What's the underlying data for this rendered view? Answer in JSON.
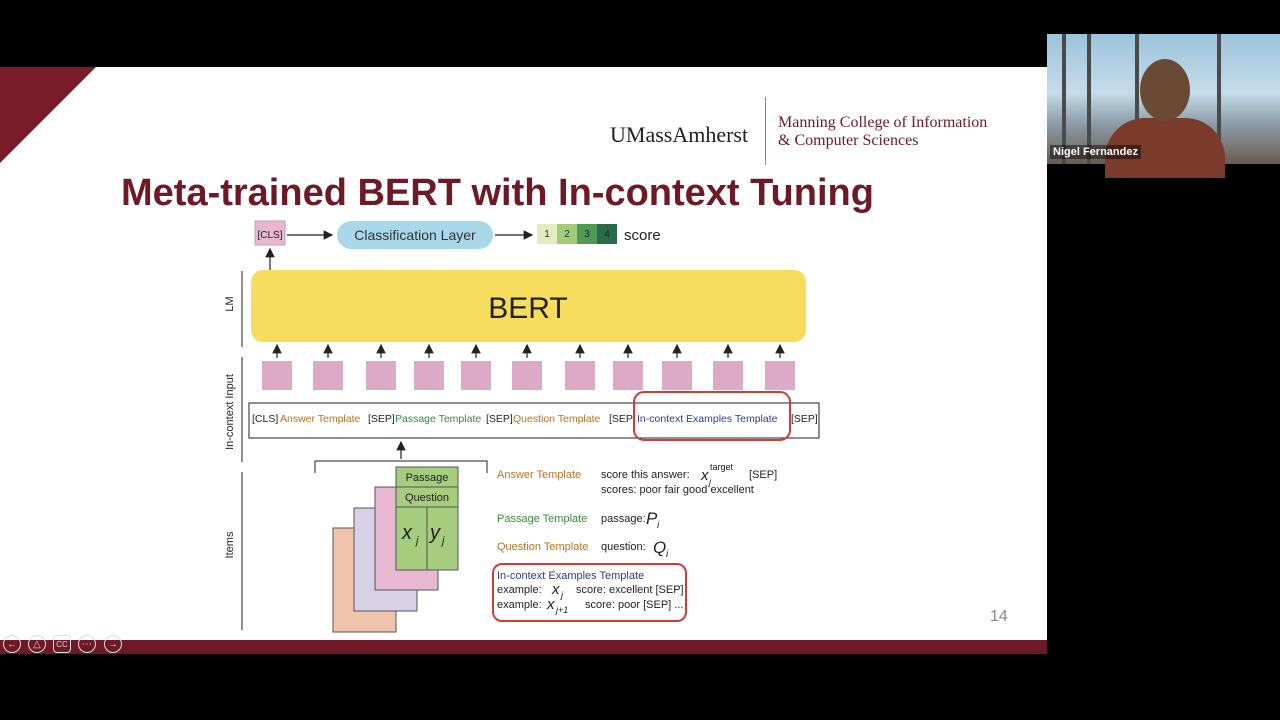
{
  "slide": {
    "title": "Meta-trained BERT with In-context Tuning",
    "logo_umass": "UMassAmherst",
    "logo_college_line1": "Manning College of Information",
    "logo_college_line2": "& Computer Sciences",
    "page_number": "14"
  },
  "diagram": {
    "cls": "[CLS]",
    "classification_layer": "Classification Layer",
    "score_bins": [
      "1",
      "2",
      "3",
      "4"
    ],
    "score_label": "score",
    "bert": "BERT",
    "side_labels": {
      "lm": "LM",
      "input": "In-context Input",
      "items": "Items"
    },
    "input_seq": {
      "cls": "[CLS]",
      "answer": "Answer Template",
      "sep1": "[SEP]",
      "passage": "Passage Template",
      "sep2": "[SEP]",
      "question": "Question Template",
      "sep3": "[SEP]",
      "examples": "In-context Examples Template",
      "sep4": "[SEP]"
    },
    "item_card": {
      "passage": "Passage",
      "question": "Question",
      "xj": "x",
      "xj_sub": "j",
      "yj": "y",
      "yj_sub": "j"
    },
    "templates": {
      "answer_name": "Answer Template",
      "answer_line1": "score this answer:",
      "answer_sup": "target",
      "answer_sep": "[SEP]",
      "answer_line2": "scores: poor fair good excellent",
      "passage_name": "Passage Template",
      "passage_line": "passage:",
      "passage_var": "P",
      "passage_sub": "i",
      "question_name": "Question Template",
      "question_line": "question:",
      "question_var": "Q",
      "question_sub": "i",
      "examples_name": "In-context Examples Template",
      "example1_prefix": "example:",
      "example1_var": "x",
      "example1_sub": "j",
      "example1_suffix": "score: excellent [SEP]",
      "example2_prefix": "example:",
      "example2_var": "x",
      "example2_sub": "j+1",
      "example2_suffix": "score: poor [SEP] ..."
    }
  },
  "participant": {
    "name": "Nigel Fernandez"
  },
  "colors": {
    "maroon": "#6e1a26",
    "bert_yellow": "#f7dd5e",
    "token_pink": "#dcaac6",
    "answer_orange": "#b8741f",
    "passage_green": "#3d8a3a",
    "examples_blue": "#2d3e8c",
    "highlight_red": "#d23b3b"
  },
  "controls": [
    "prev-icon",
    "pointer-icon",
    "captions-icon",
    "more-icon",
    "next-icon"
  ]
}
